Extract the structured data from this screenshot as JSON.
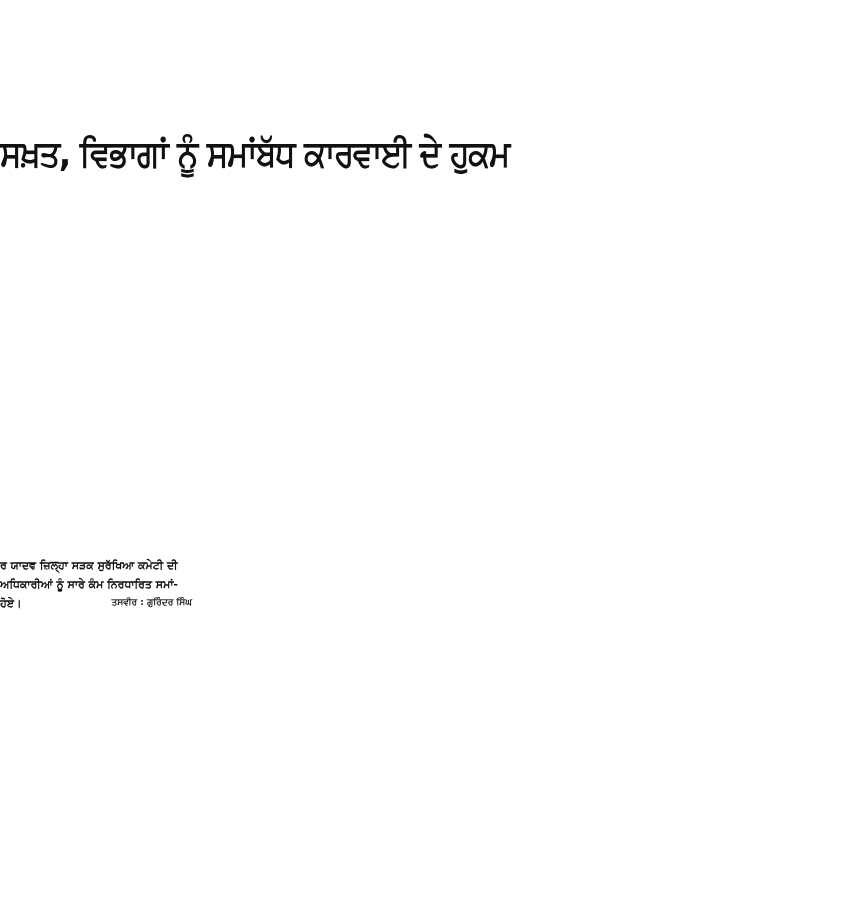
{
  "article": {
    "headline": "ਸਖ਼ਤ, ਵਿਭਾਗਾਂ ਨੂੰ ਸਮਾਂਬੱਧ ਕਾਰਵਾਈ ਦੇ ਹੁਕਮ",
    "caption": {
      "line1": "ਰ ਯਾਦਵ ਜ਼ਿਲ੍ਹਾ ਸੜਕ ਸੁਰੱਖਿਆ ਕਮੇਟੀ ਦੀ",
      "line2": "ਅਧਿਕਾਰੀਆਂ ਨੂੰ ਸਾਰੇ ਕੰਮ ਨਿਰਧਾਰਿਤ ਸਮਾਂ-",
      "line3": "ਹੋਏ।",
      "credit": "ਤਸਵੀਰ : ਗੁਰਿੰਦਰ ਸਿੰਘ"
    }
  }
}
